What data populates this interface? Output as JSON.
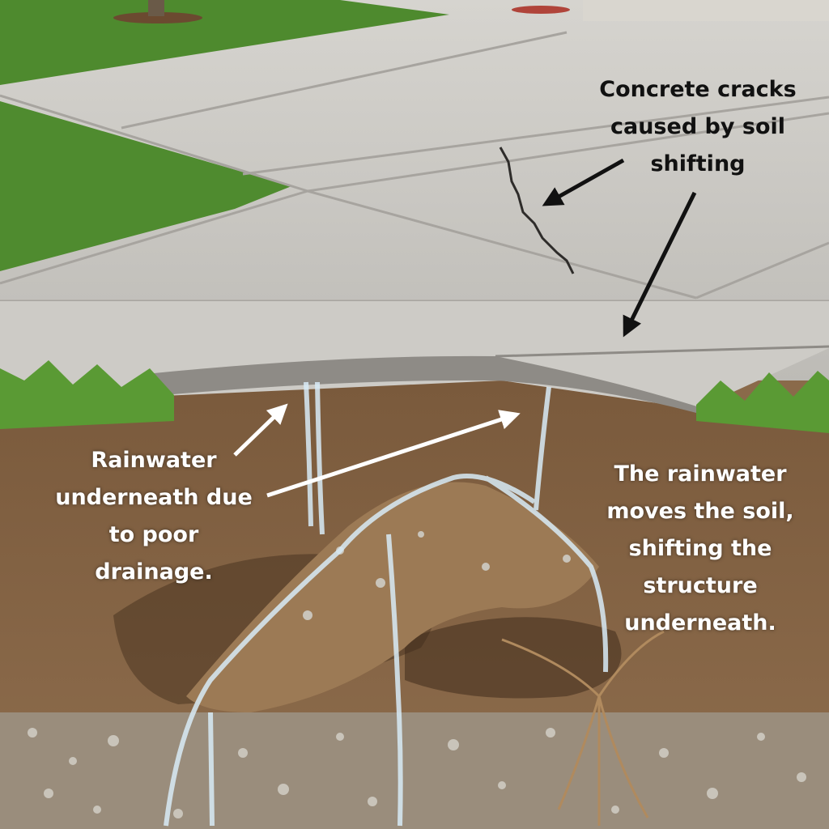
{
  "labels": {
    "crack": [
      "Concrete cracks",
      "caused by soil",
      "shifting"
    ],
    "rainwater": [
      "Rainwater",
      "underneath due",
      "to poor",
      "drainage."
    ],
    "soil": [
      "The rainwater",
      "moves the soil,",
      "shifting the",
      "structure",
      "underneath."
    ]
  },
  "colors": {
    "concrete": "#c9c7c2",
    "grass": "#4e8a2e",
    "soil": "#8a6a4a",
    "water": "#cfe4f2",
    "dark_arrow": "#111111",
    "light_arrow": "#ffffff"
  }
}
